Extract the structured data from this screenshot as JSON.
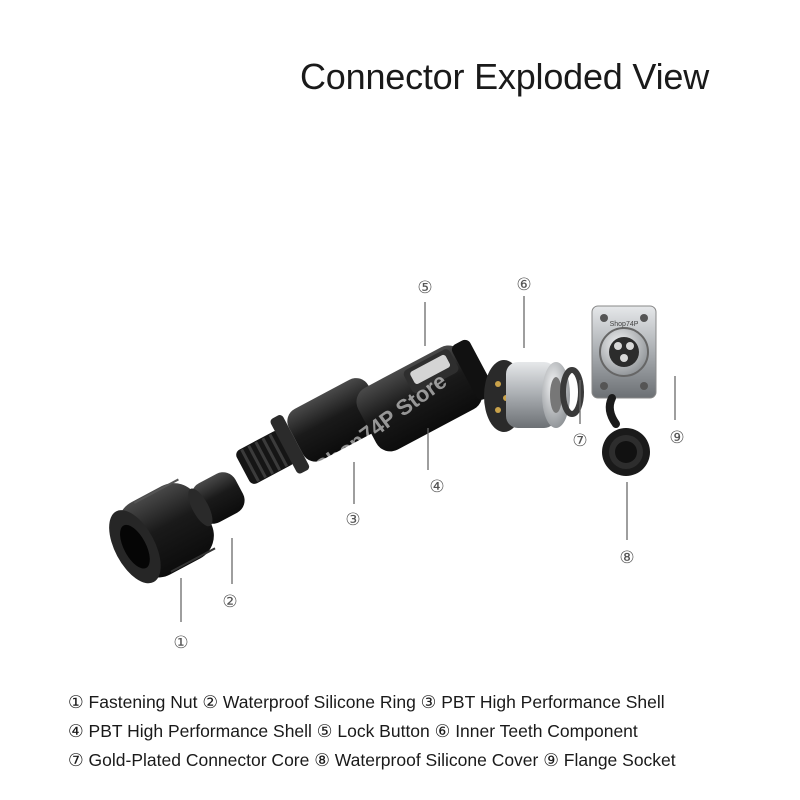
{
  "title": "Connector Exploded View",
  "callouts": [
    "①",
    "②",
    "③",
    "④",
    "⑤",
    "⑥",
    "⑦",
    "⑧",
    "⑨"
  ],
  "legend": [
    "① Fastening Nut ② Waterproof Silicone Ring ③ PBT High Performance Shell",
    "④ PBT High Performance Shell ⑤ Lock Button ⑥ Inner Teeth Component",
    "⑦ Gold-Plated Connector Core ⑧ Waterproof Silicone Cover ⑨ Flange Socket"
  ],
  "watermarks": [
    "Shop74P Store",
    "Shop74P Store",
    "Shop74P Store"
  ],
  "flange_label": "Shop74P",
  "colors": {
    "part_dark": "#1b1b1b",
    "metal": "#b8bcc0",
    "leader": "#555555"
  }
}
